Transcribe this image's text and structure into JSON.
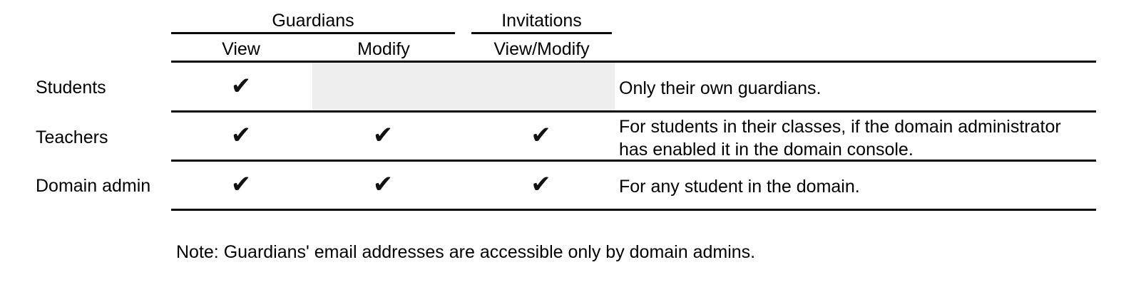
{
  "table": {
    "column_groups": [
      {
        "label": "Guardians",
        "subcolumns": [
          "View",
          "Modify"
        ]
      },
      {
        "label": "Invitations",
        "subcolumns": [
          "View/Modify"
        ]
      }
    ],
    "subheaders": {
      "view": "View",
      "modify": "Modify",
      "view_modify": "View/Modify"
    },
    "check_glyph": "✔",
    "shaded_color": "#eeeeee",
    "rule_color": "#0a0a0a",
    "rows": [
      {
        "label": "Students",
        "guardians_view": "✔",
        "guardians_modify": "",
        "invitations_view_modify": "",
        "modify_shaded": true,
        "description": "Only their own guardians."
      },
      {
        "label": "Teachers",
        "guardians_view": "✔",
        "guardians_modify": "✔",
        "invitations_view_modify": "✔",
        "modify_shaded": false,
        "description": "For students in their classes, if the domain administrator has enabled it in the domain console."
      },
      {
        "label": "Domain admin",
        "guardians_view": "✔",
        "guardians_modify": "✔",
        "invitations_view_modify": "✔",
        "modify_shaded": false,
        "description": "For any student in the domain."
      }
    ]
  },
  "footnote": "Note: Guardians' email addresses are accessible only by domain admins."
}
